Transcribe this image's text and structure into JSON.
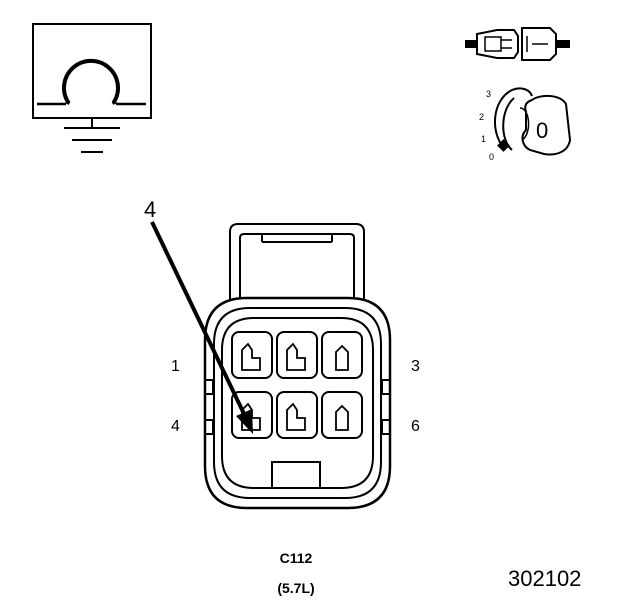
{
  "ohmmeter": {
    "symbol": "Ω",
    "icon": "ohmmeter-icon"
  },
  "connector_icon": {
    "icon": "disconnected-connector-icon"
  },
  "ignition_icon": {
    "icon": "ignition-key-off-icon",
    "positions": [
      "3",
      "2",
      "1",
      "0"
    ],
    "key_label": "0"
  },
  "callout": {
    "label": "4"
  },
  "connector": {
    "terminal_labels": {
      "t1": "1",
      "t3": "3",
      "t4": "4",
      "t6": "6"
    },
    "terminal_count": 6
  },
  "caption": {
    "connector_id": "C112",
    "engine": "(5.7L)"
  },
  "figure_id": "302102"
}
